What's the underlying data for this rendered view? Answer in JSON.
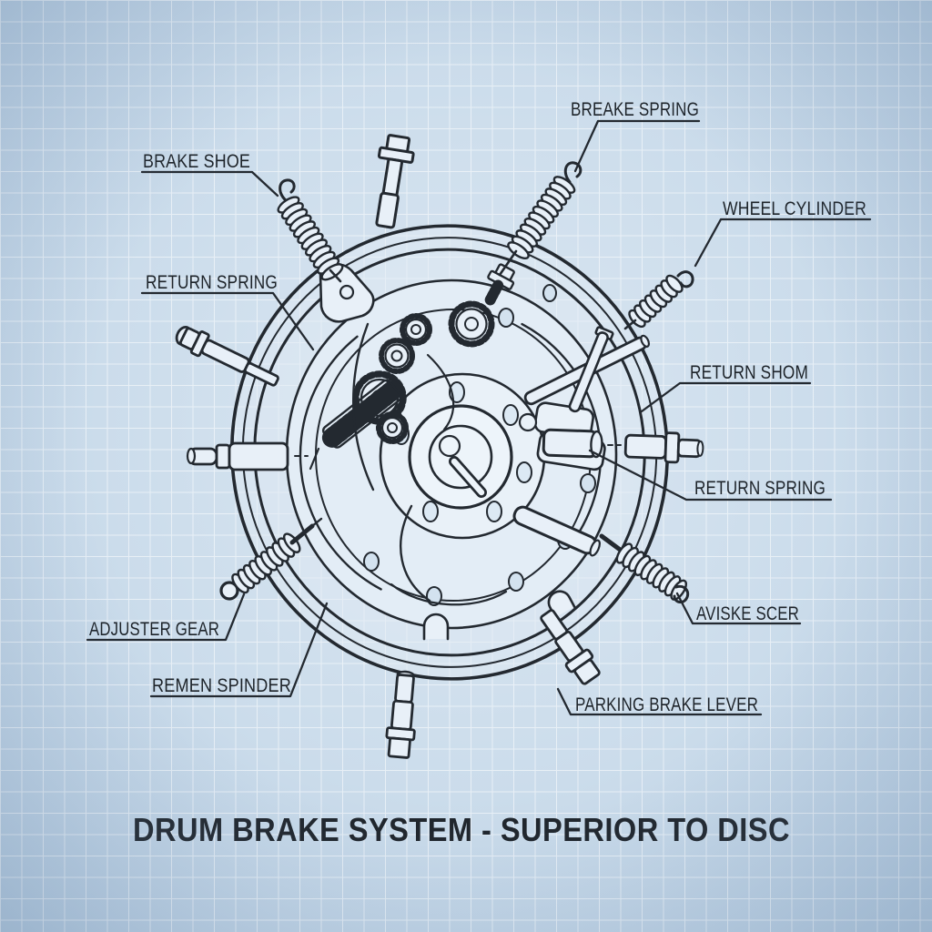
{
  "diagram": {
    "title": "DRUM BRAKE SYSTEM - SUPERIOR TO DISC",
    "labels": [
      {
        "id": "brake-shoe",
        "text": "BRAKE SHOE"
      },
      {
        "id": "return-spring-left",
        "text": "RETURN SPRING"
      },
      {
        "id": "breake-spring",
        "text": "BREAKE SPRING"
      },
      {
        "id": "wheel-cylinder",
        "text": "WHEEL CYLINDER"
      },
      {
        "id": "return-shom",
        "text": "RETURN SHOM"
      },
      {
        "id": "return-spring-right",
        "text": "RETURN SPRING"
      },
      {
        "id": "aviske-scer",
        "text": "AVISKE SCER"
      },
      {
        "id": "adjuster-gear",
        "text": "ADJUSTER GEAR"
      },
      {
        "id": "remen-spinder",
        "text": "REMEN SPINDER"
      },
      {
        "id": "parking-brake-lever",
        "text": "PARKING BRAKE LEVER"
      }
    ],
    "style": {
      "ink_color": "#232930",
      "label_text_color": "#1d2329",
      "background_center": "#dbe7f2",
      "background_edge": "#b4cadf",
      "grid_line_color": "#ffffff",
      "part_fill": "#e8f0f8"
    }
  }
}
